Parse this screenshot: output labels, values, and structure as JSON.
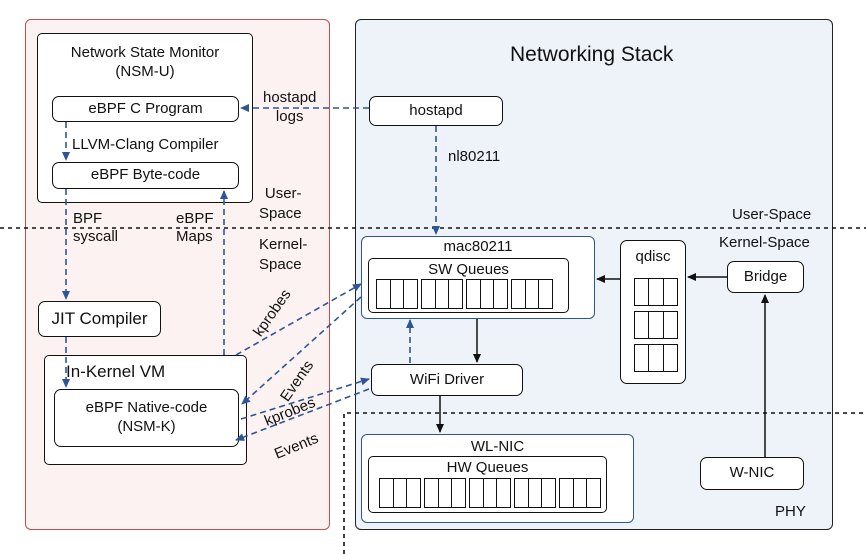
{
  "user_panel": {
    "nsm_u": {
      "title": "Network State Monitor",
      "subtitle": "(NSM-U)"
    },
    "ebpf_c": "eBPF C Program",
    "llvm": "LLVM-Clang Compiler",
    "bytecode": "eBPF Byte-code",
    "bpf_syscall": {
      "line1": "BPF",
      "line2": "syscall"
    },
    "ebpf_maps": {
      "line1": "eBPF",
      "line2": "Maps"
    },
    "user_space": {
      "line1": "User-",
      "line2": "Space"
    },
    "kernel_space": {
      "line1": "Kernel-",
      "line2": "Space"
    },
    "jit": "JIT Compiler",
    "vm": "In-Kernel VM",
    "native": {
      "line1": "eBPF Native-code",
      "line2": "(NSM-K)"
    }
  },
  "stack": {
    "title": "Networking Stack",
    "hostapd": "hostapd",
    "hostapd_logs": {
      "line1": "hostapd",
      "line2": "logs"
    },
    "nl80211": "nl80211",
    "user_space": "User-Space",
    "kernel_space": "Kernel-Space",
    "mac80211": "mac80211",
    "sw_queues": "SW Queues",
    "qdisc": "qdisc",
    "bridge": "Bridge",
    "wifi_driver": "WiFi Driver",
    "wl_nic": "WL-NIC",
    "hw_queues": "HW Queues",
    "w_nic": "W-NIC",
    "phy": "PHY"
  },
  "arrows": {
    "kprobes1": "kprobes",
    "events1": "Events",
    "kprobes2": "kprobes",
    "events2": "Events"
  },
  "colors": {
    "arrow_blue": "#2f5597",
    "left_border": "#c0504d",
    "left_fill": "#fdf2f2",
    "right_fill": "#eef3fa"
  }
}
